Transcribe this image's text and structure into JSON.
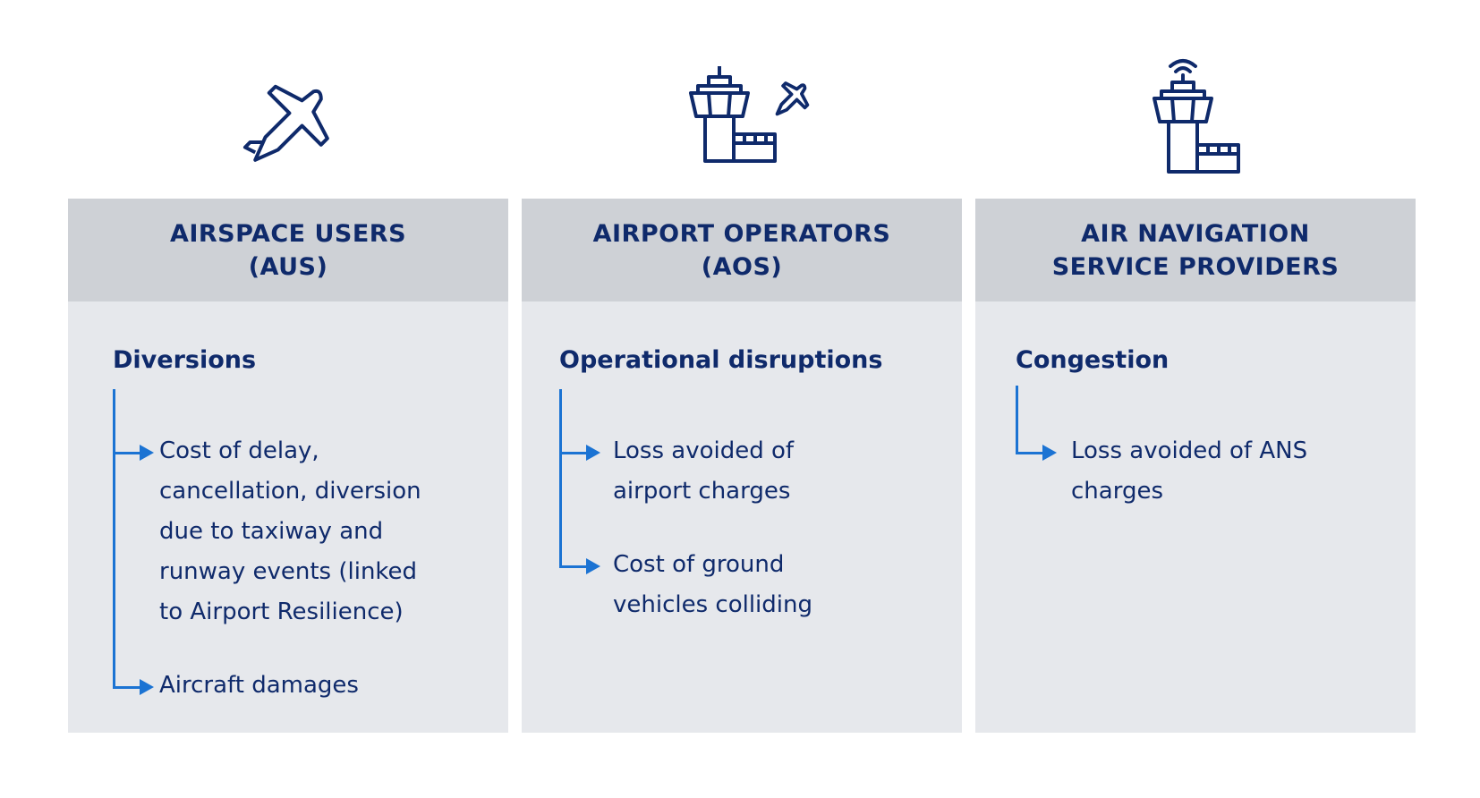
{
  "columns": [
    {
      "icon": "airplane-icon",
      "title": "AIRSPACE USERS\n(AUS)",
      "section": "Diversions",
      "items": [
        "Cost of delay,\ncancellation, diversion\ndue to taxiway and\nrunway events (linked\nto Airport Resilience)",
        "Aircraft damages"
      ]
    },
    {
      "icon": "control-tower-with-airplane-icon",
      "title": "AIRPORT OPERATORS\n(AOS)",
      "section": "Operational disruptions",
      "items": [
        "Loss avoided of\nairport charges",
        "Cost of ground\nvehicles colliding"
      ]
    },
    {
      "icon": "control-tower-with-signal-icon",
      "title": "AIR NAVIGATION\nSERVICE PROVIDERS",
      "section": "Congestion",
      "items": [
        "Loss avoided of ANS\ncharges"
      ]
    }
  ],
  "colors": {
    "navy": "#0f2a6b",
    "accent_blue": "#1b73d3",
    "header_gray": "#ced1d6",
    "body_gray": "#e6e8ec"
  }
}
